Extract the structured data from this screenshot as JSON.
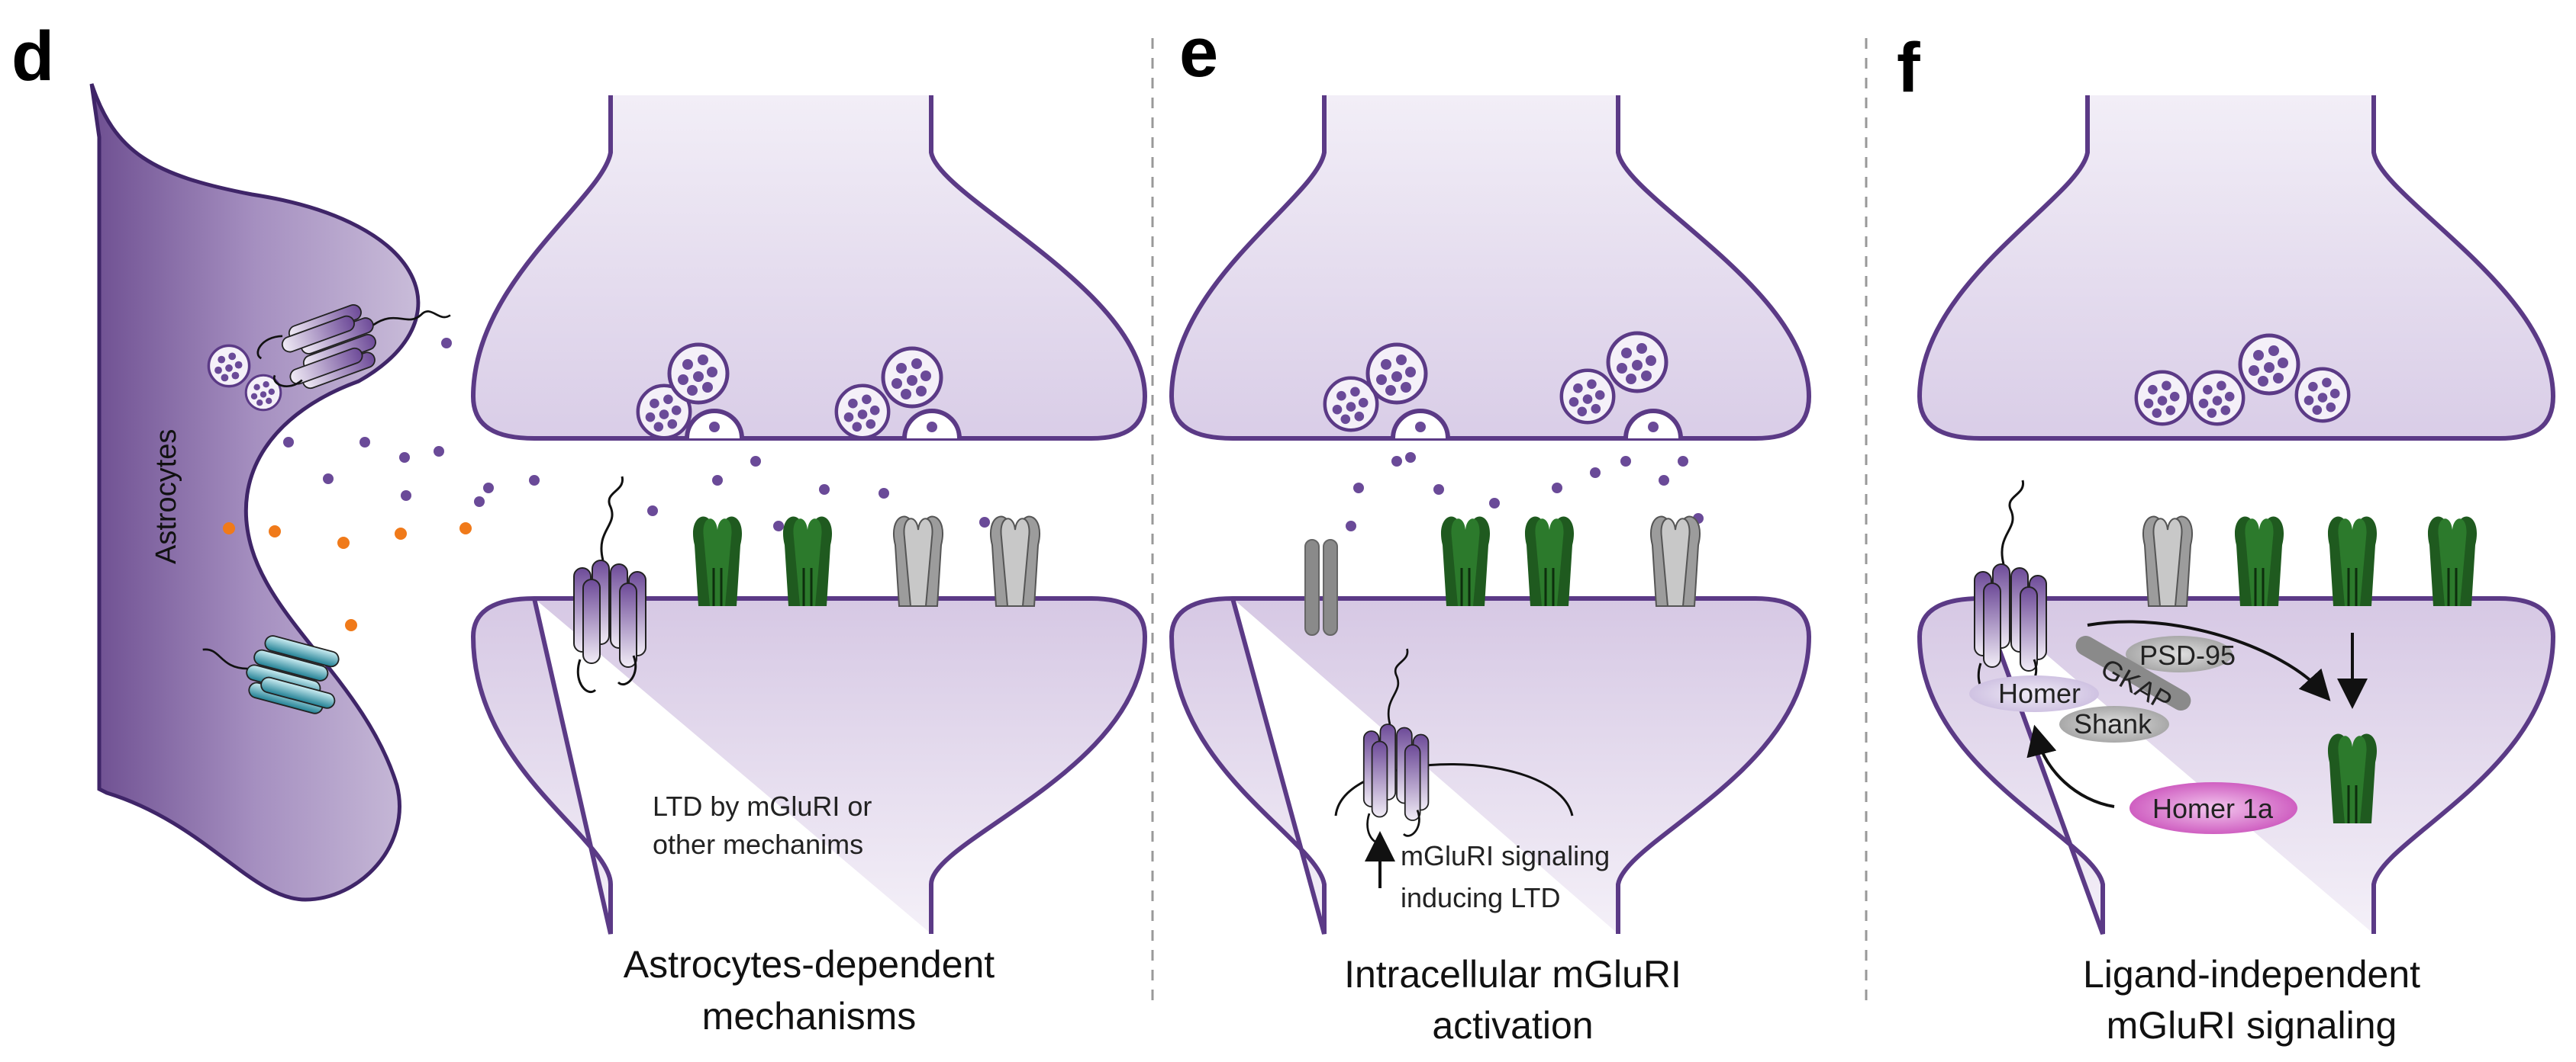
{
  "panels": [
    {
      "letter": "d",
      "caption_line1": "Astrocytes-dependent",
      "caption_line2": "mechanisms",
      "astrocyte_label": "Astrocytes",
      "postsyn_line1": "LTD by mGluRI or",
      "postsyn_line2": "other mechanims"
    },
    {
      "letter": "e",
      "caption_line1": "Intracellular mGluRI",
      "caption_line2": "activation",
      "signal_line1": "mGluRI signaling",
      "signal_line2": "inducing  LTD"
    },
    {
      "letter": "f",
      "caption_line1": "Ligand-independent",
      "caption_line2": "mGluRI signaling",
      "psd95": "PSD-95",
      "gkap": "GKAP",
      "homer": "Homer",
      "shank": "Shank",
      "homer1a": "Homer 1a"
    }
  ],
  "colors": {
    "membrane_outline": "#5b3a86",
    "cell_fill": "#e8e1f1",
    "astrocyte_fill": "#8a6fa8",
    "glutamate": "#6a4a98",
    "orange_dots": "#f07a1a",
    "ampa_receptor": "#1f5a1f",
    "grey_receptor": "#a9a9a9",
    "mglur": "#7d5aa6",
    "astro_mglur": "#2c8a9c",
    "homer1a": "#d66fc7"
  }
}
